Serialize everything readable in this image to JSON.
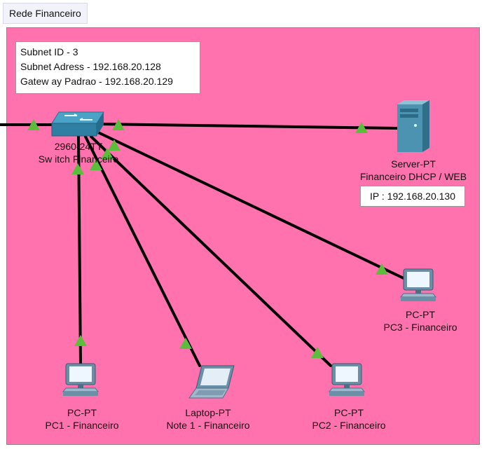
{
  "tab_title": "Rede Financeiro",
  "colors": {
    "zone": "#ff72ad",
    "link": "#000000",
    "port_up": "#5cbc3c"
  },
  "info": {
    "subnet_id": "Subnet ID - 3",
    "subnet_address": "Subnet Adress - 192.168.20.128",
    "gateway": "Gatew ay Padrao - 192.168.20.129"
  },
  "server_ip": "IP : 192.168.20.130",
  "devices": {
    "switch": {
      "model": "2960-24TT",
      "name": "Sw itch Financeiro",
      "icon": "switch-icon"
    },
    "server": {
      "model": "Server-PT",
      "name": "Financeiro DHCP / WEB",
      "icon": "server-icon"
    },
    "pc3": {
      "model": "PC-PT",
      "name": "PC3 - Financeiro",
      "icon": "pc-icon"
    },
    "pc1": {
      "model": "PC-PT",
      "name": "PC1 - Financeiro",
      "icon": "pc-icon"
    },
    "laptop": {
      "model": "Laptop-PT",
      "name": "Note 1 - Financeiro",
      "icon": "laptop-icon"
    },
    "pc2": {
      "model": "PC-PT",
      "name": "PC2 - Financeiro",
      "icon": "pc-icon"
    }
  }
}
